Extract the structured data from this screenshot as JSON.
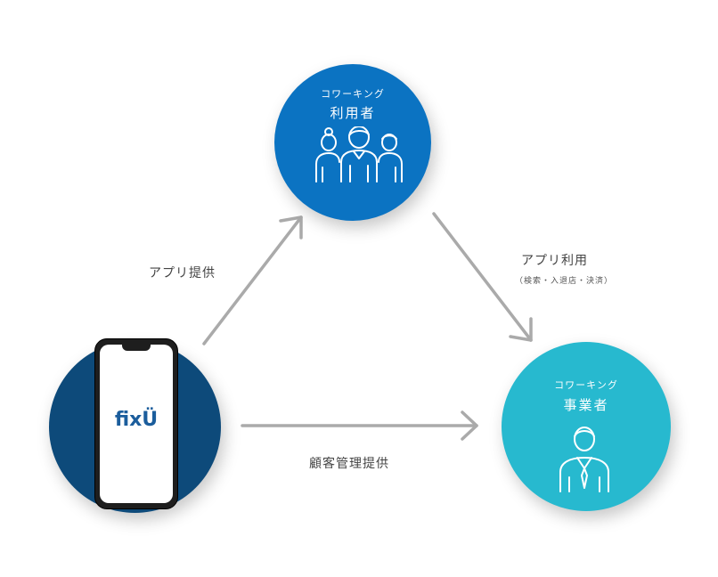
{
  "users_node": {
    "subtitle": "コワーキング",
    "title": "利用者",
    "icon": "group-of-people-icon"
  },
  "operator_node": {
    "subtitle": "コワーキング",
    "title": "事業者",
    "icon": "businessperson-icon"
  },
  "app_node": {
    "logo": "fixÜ",
    "icon": "smartphone-icon"
  },
  "edges": {
    "app_to_users": "アプリ提供",
    "users_to_operator": "アプリ利用",
    "users_to_operator_detail": "（検索・入退店・決済）",
    "app_to_operator": "顧客管理提供"
  },
  "colors": {
    "users_circle": "#0b73c2",
    "operator_circle": "#27b9cf",
    "app_circle": "#0d4a7a",
    "arrow": "#aaaaaa",
    "logo": "#1b5d9c"
  }
}
